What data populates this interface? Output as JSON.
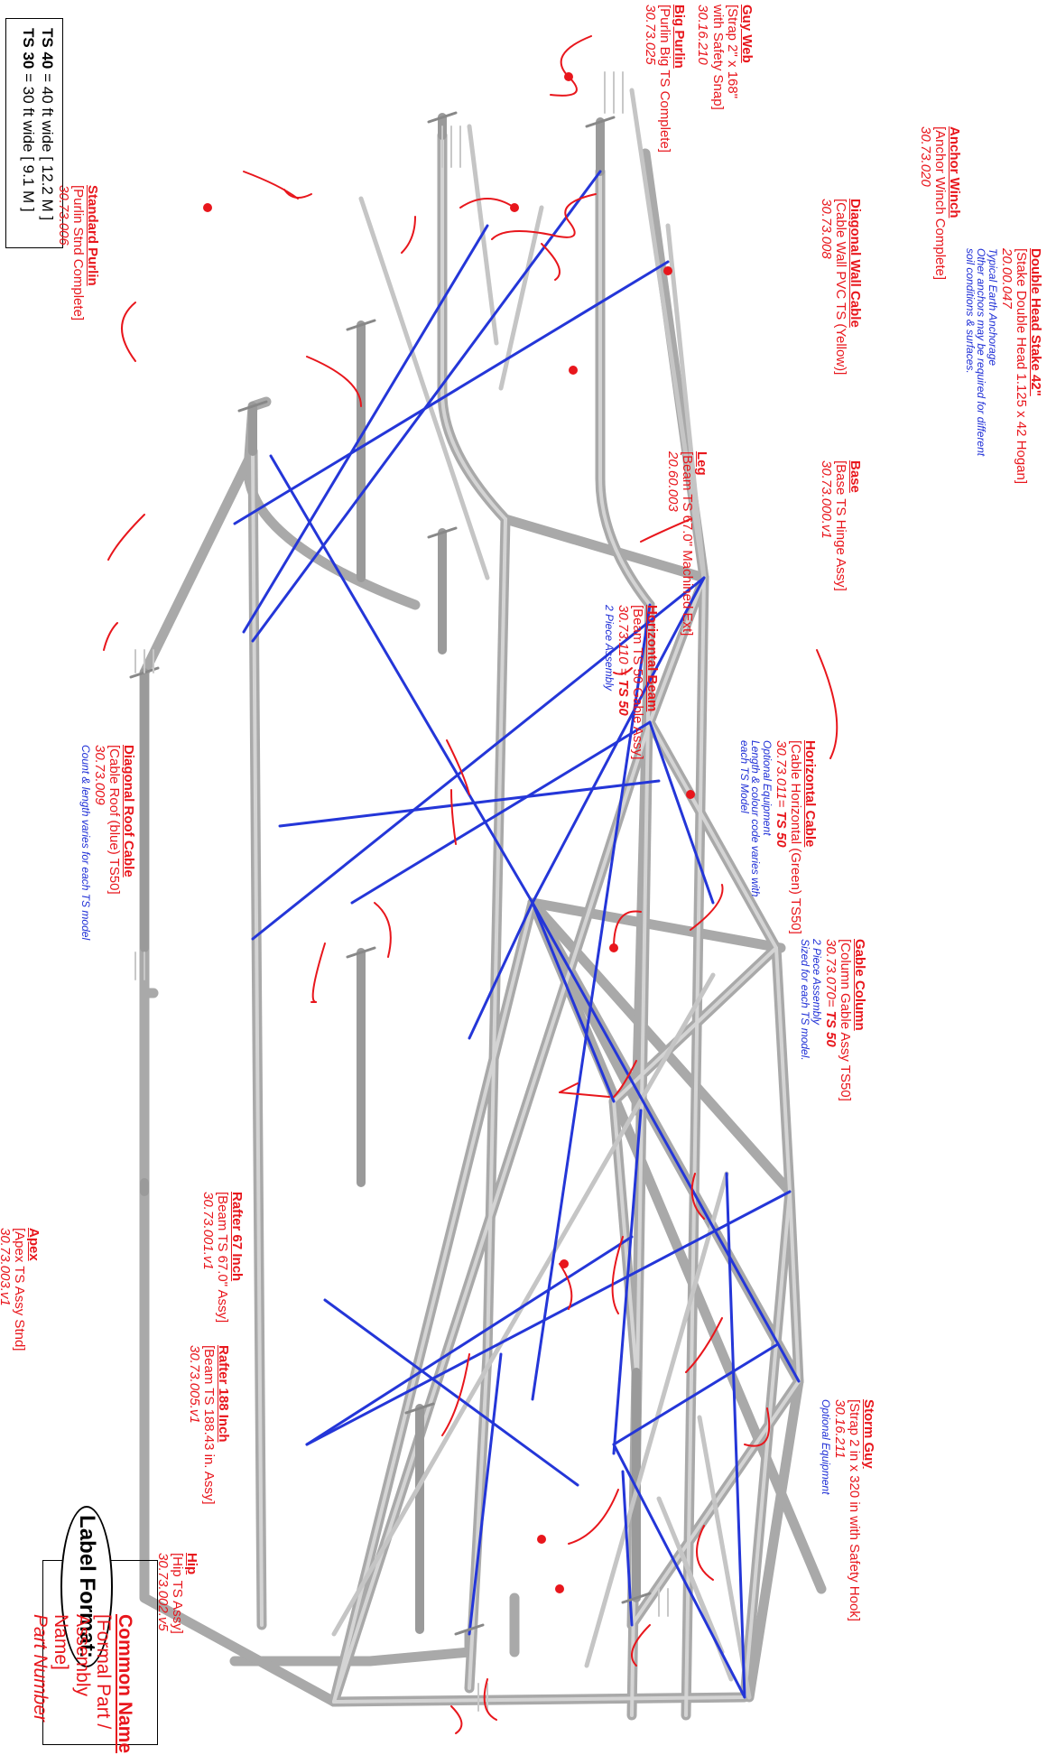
{
  "models": {
    "line1_bold": "TS 40",
    "line1_rest": " = 40 ft wide [ 12.2 M ]",
    "line2_bold": "TS 30",
    "line2_rest": " = 30 ft wide [ 9.1 M ]"
  },
  "legend": {
    "title": "Label Format:",
    "line1": "Common Name",
    "line2": "[Formal Part / Assembly Name]",
    "line3": "Part Number"
  },
  "labels": {
    "big_purlin": {
      "name": "Big Purlin",
      "formal": "[Purlin Big TS Complete]",
      "pn": "30.73.025"
    },
    "guy_web": {
      "name": "Guy Web",
      "formal": "[Strap 2\" x 168\"",
      "formal2": "with Safety Snap]",
      "pn": "30.16.210"
    },
    "diagonal_wall_cable": {
      "name": "Diagonal Wall Cable",
      "formal": "[Cable Wall PVC TS (Yellow)]",
      "pn": "30.73.008"
    },
    "anchor_winch": {
      "name": "Anchor Winch",
      "formal": "[Anchor Winch Complete]",
      "pn": "30.73.020"
    },
    "double_head_stake": {
      "name": "Double Head Stake 42\"",
      "formal": "[Stake Double Head 1.125 x 42 Hogan]",
      "pn": "20.00.047",
      "note1": "Typical Earth Anchorage",
      "note2": "Other anchors may be required for different",
      "note3": "soil conditions & surfaces."
    },
    "standard_purlin": {
      "name": "Standard Purlin",
      "formal": "[Purlin Stnd Complete]",
      "pn": "30.73.006"
    },
    "leg": {
      "name": "Leg",
      "formal": "[Beam  TS 67.0\" Machined Ext]",
      "pn": "20.60.003"
    },
    "base": {
      "name": "Base",
      "formal": "[Base TS Hinge Assy]",
      "pn": "30.73.000.v1"
    },
    "horizontal_beam": {
      "name": "Horizontal Beam",
      "formal": "[Beam  TS 50 Gable Assy]",
      "pn": "30.73.110 = ",
      "pn_bold": "TS 50",
      "note1": "2 Piece Assembly"
    },
    "horizontal_cable": {
      "name": "Horizontal Cable",
      "formal": "[Cable Horizontal (Green) TS50]",
      "pn": "30.73.011= ",
      "pn_bold": "TS 50",
      "note1": "Optional Equipment",
      "note2": "Length & colour code varies with",
      "note3": "each TS Model"
    },
    "diagonal_roof_cable": {
      "name": "Diagonal Roof Cable",
      "formal": "[Cable Roof (blue) TS50]",
      "pn": "30.73.009",
      "note1": "Count & length varies for each TS model"
    },
    "gable_column": {
      "name": "Gable Column",
      "formal": "[Column Gable Assy TS50]",
      "pn": "30.73.070= ",
      "pn_bold": "TS 50",
      "note1": "2 Piece Assembly",
      "note2": "Sized for each TS model."
    },
    "rafter_67": {
      "name": "Rafter 67 Inch",
      "formal": "[Beam TS 67.0\" Assy]",
      "pn": "30.73.001.v1"
    },
    "apex": {
      "name": "Apex",
      "formal": "[Apex TS Assy Stnd]",
      "pn": "30.73.003.v1"
    },
    "storm_guy": {
      "name": "Storm Guy",
      "formal": "[Strap 2 in x 320 in with Safety Hook]",
      "pn": "30.16.211",
      "note1": "Optional Equipment"
    },
    "rafter_188": {
      "name": "Rafter 188 Inch",
      "formal": "[Beam TS 188.43 in. Assy]",
      "pn": "30.73.005.v1"
    },
    "hip": {
      "name": "Hip",
      "formal": "[Hip TS Assy]",
      "pn": "30.73.002.v5"
    }
  },
  "colors": {
    "label_red": "#e8161c",
    "note_blue": "#1f2fd6",
    "cable_blue": "#2436d8",
    "frame_gray": "#a9a9a9"
  }
}
